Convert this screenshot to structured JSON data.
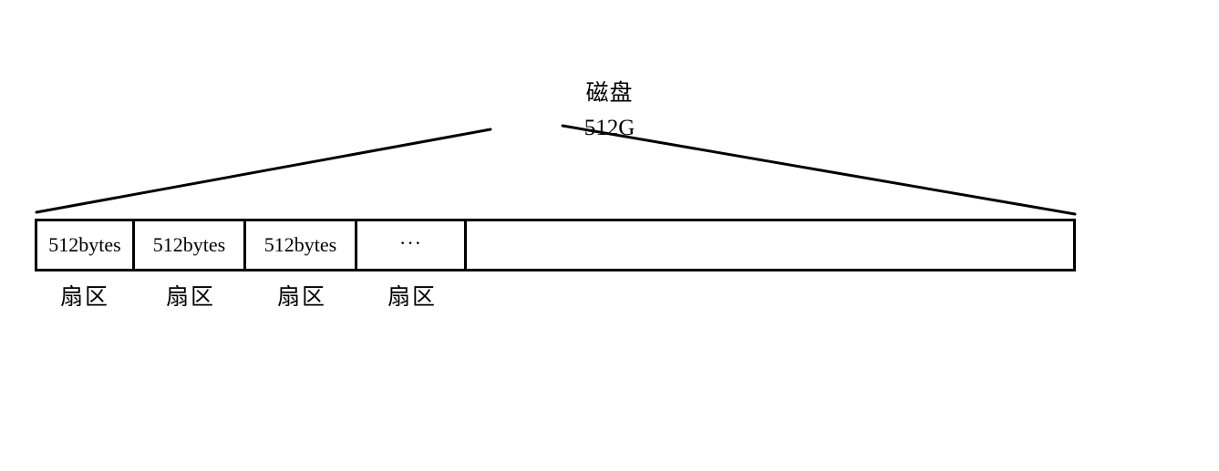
{
  "diagram": {
    "title": "磁盘",
    "capacity": "512G",
    "strip": {
      "cells": [
        {
          "label": "512bytes",
          "kind": "sector"
        },
        {
          "label": "512bytes",
          "kind": "sector"
        },
        {
          "label": "512bytes",
          "kind": "sector"
        },
        {
          "label": "···",
          "kind": "ellipsis"
        },
        {
          "label": "",
          "kind": "remainder"
        }
      ]
    },
    "sector_labels": [
      {
        "label": "扇区"
      },
      {
        "label": "扇区"
      },
      {
        "label": "扇区"
      },
      {
        "label": "扇区"
      }
    ],
    "colors": {
      "stroke": "#000000",
      "background": "#ffffff",
      "text": "#000000"
    }
  }
}
